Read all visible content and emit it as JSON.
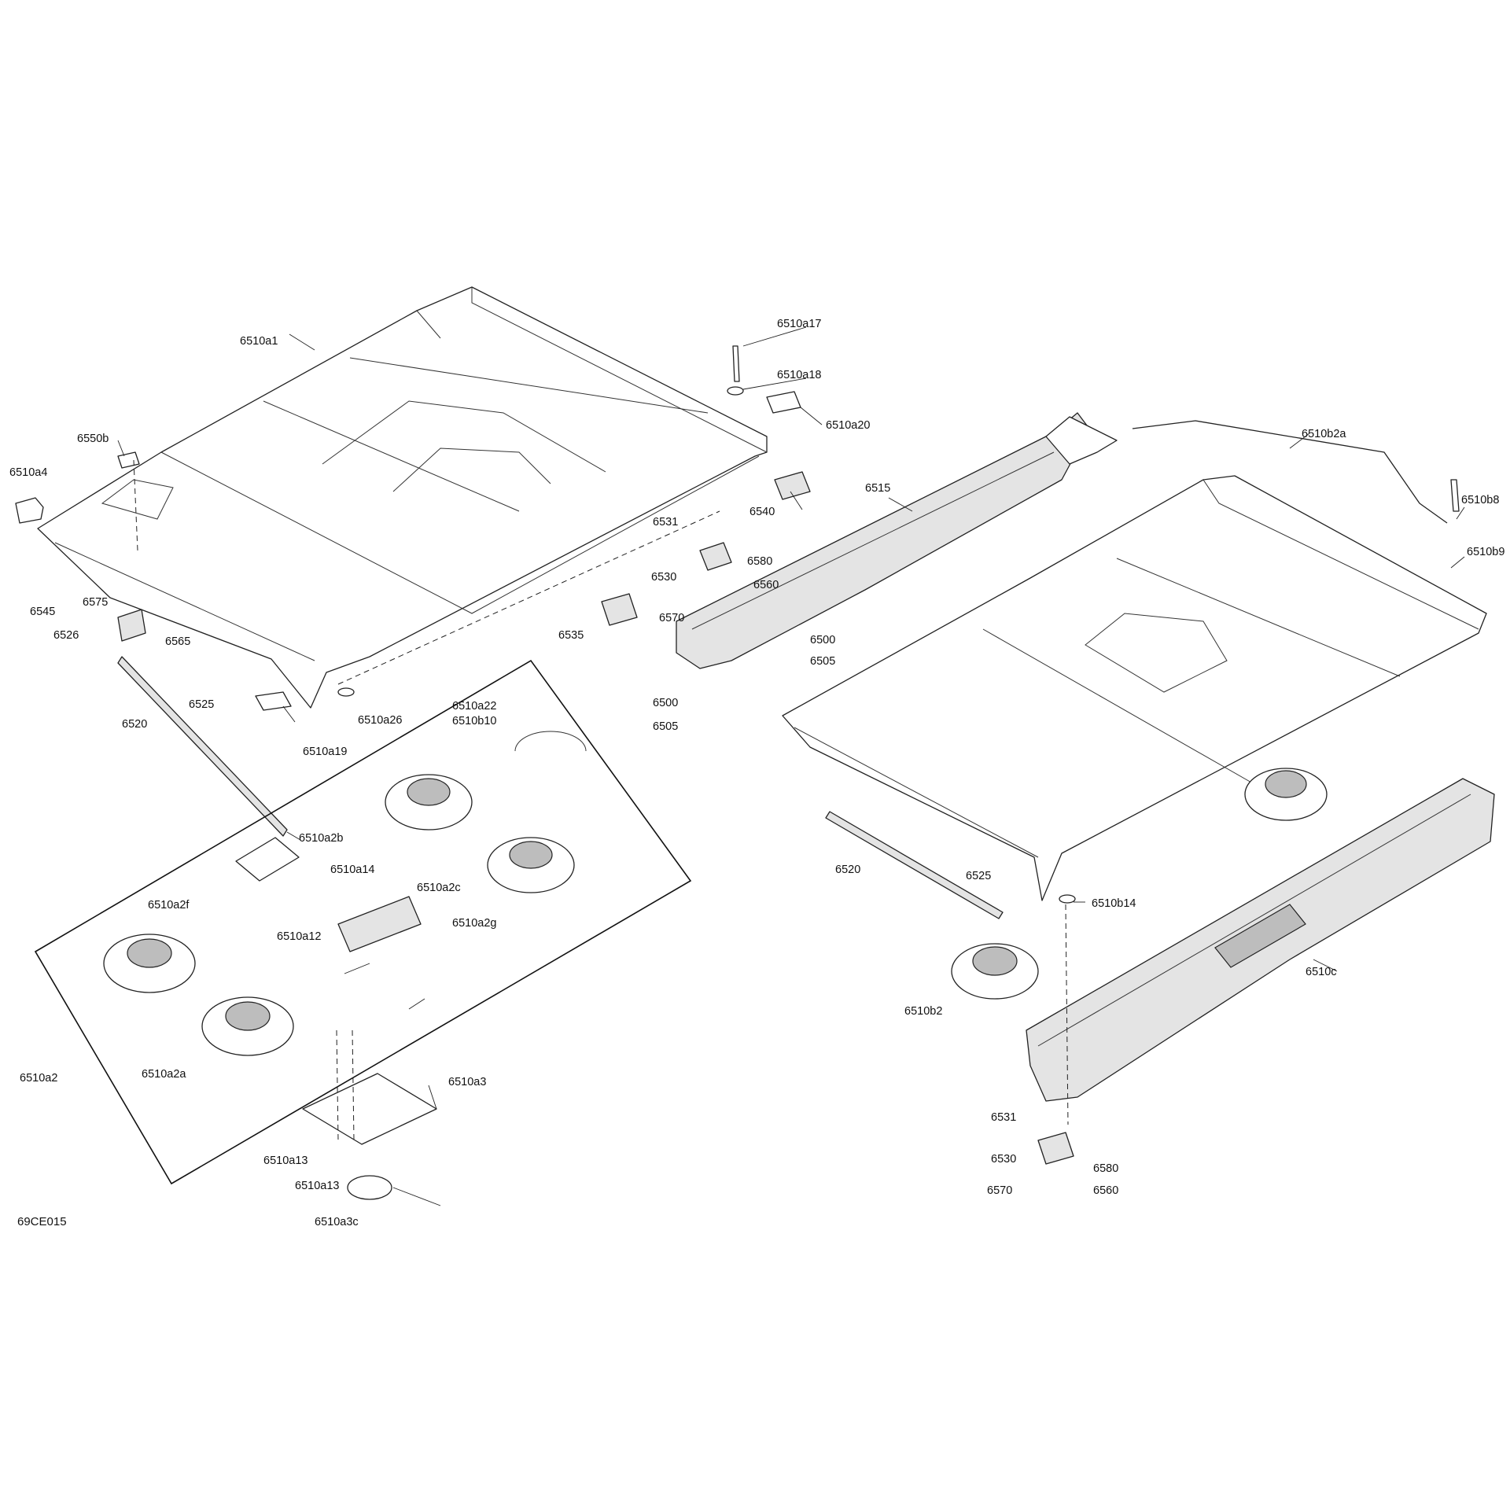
{
  "drawing_id": "69CE015",
  "callouts": [
    "6510a1",
    "6510a17",
    "6510a18",
    "6510a20",
    "6550b",
    "6510a4",
    "6540",
    "6515",
    "6510b2a",
    "6510b8",
    "6510b9",
    "6531",
    "6580",
    "6530",
    "6560",
    "6570",
    "6575",
    "6545",
    "6526",
    "6565",
    "6535",
    "6500",
    "6505",
    "6500",
    "6505",
    "6525",
    "6520",
    "6510a26",
    "6510a19",
    "6510a22",
    "6510b10",
    "6510a2b",
    "6510a14",
    "6510a2c",
    "6510a2f",
    "6510a12",
    "6510a2g",
    "6520",
    "6525",
    "6510b14",
    "6510c",
    "6510b2",
    "6510a2",
    "6510a2a",
    "6510a3",
    "6531",
    "6530",
    "6580",
    "6570",
    "6560",
    "6510a13",
    "6510a13",
    "6510a3c"
  ]
}
